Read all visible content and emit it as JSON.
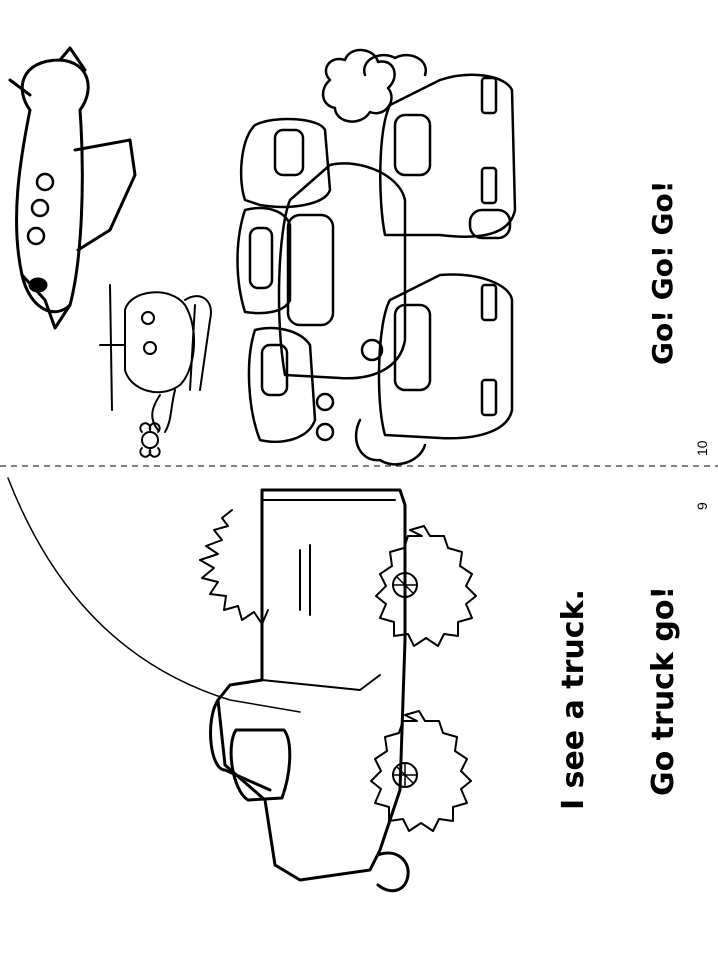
{
  "pages": {
    "left": {
      "page_number": "9",
      "lines": [
        "I see a truck.",
        "Go truck go!"
      ]
    },
    "right": {
      "page_number": "10",
      "lines": [
        "Go!  Go!  Go!"
      ]
    }
  },
  "illustrations": {
    "left": [
      "truck"
    ],
    "right": [
      "airplane",
      "helicopter",
      "traffic-jam-cars"
    ]
  }
}
